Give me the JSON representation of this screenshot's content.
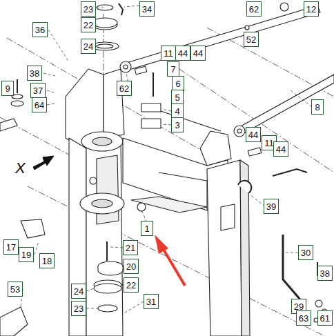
{
  "diagram": {
    "nodes": [
      {
        "text": [
          "23"
        ]
      },
      {
        "text": [
          "34"
        ]
      },
      {
        "text": [
          "62"
        ]
      },
      {
        "text": [
          "12"
        ]
      },
      {
        "text": [
          "22"
        ]
      },
      {
        "text": [
          "36"
        ]
      },
      {
        "text": [
          "52"
        ]
      },
      {
        "text": [
          "24"
        ]
      },
      {
        "text": [
          "11"
        ]
      },
      {
        "text": [
          "44"
        ]
      },
      {
        "text": [
          "44"
        ]
      },
      {
        "text": [
          "7"
        ]
      },
      {
        "text": [
          "38"
        ]
      },
      {
        "text": [
          "6"
        ]
      },
      {
        "text": [
          "9"
        ]
      },
      {
        "text": [
          "37"
        ]
      },
      {
        "text": [
          "62"
        ]
      },
      {
        "text": [
          "5"
        ]
      },
      {
        "text": [
          "64"
        ]
      },
      {
        "text": [
          "8"
        ]
      },
      {
        "text": [
          "4"
        ]
      },
      {
        "text": [
          "3"
        ]
      },
      {
        "text": [
          "44"
        ]
      },
      {
        "text": [
          "11"
        ]
      },
      {
        "text": [
          "44"
        ]
      },
      {
        "text": [
          "39"
        ]
      },
      {
        "text": [
          "1"
        ]
      },
      {
        "text": [
          "21"
        ]
      },
      {
        "text": [
          "17"
        ]
      },
      {
        "text": [
          "19"
        ]
      },
      {
        "text": [
          "18"
        ]
      },
      {
        "text": [
          "30"
        ]
      },
      {
        "text": [
          "20"
        ]
      },
      {
        "text": [
          "38"
        ]
      },
      {
        "text": [
          "24"
        ]
      },
      {
        "text": [
          "22"
        ]
      },
      {
        "text": [
          "53"
        ]
      },
      {
        "text": [
          "31"
        ]
      },
      {
        "text": [
          "23"
        ]
      },
      {
        "text": [
          "29"
        ]
      },
      {
        "text": [
          "63"
        ]
      },
      {
        "text": [
          "61"
        ]
      }
    ],
    "labels": [
      "X"
    ]
  }
}
